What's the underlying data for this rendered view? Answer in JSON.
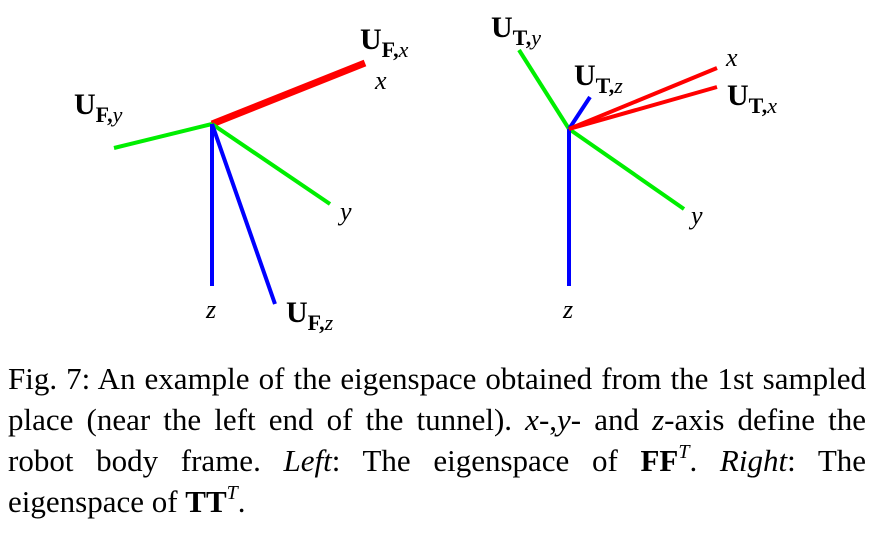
{
  "colors": {
    "x_axis": "#ff0000",
    "y_axis": "#00ee00",
    "z_axis": "#0000ff",
    "text": "#000000"
  },
  "left_frame": {
    "labels": {
      "uf_x_main": "U",
      "uf_x_sub": "F,",
      "uf_x_var": "x",
      "uf_y_main": "U",
      "uf_y_sub": "F,",
      "uf_y_var": "y",
      "uf_z_main": "U",
      "uf_z_sub": "F,",
      "uf_z_var": "z",
      "x": "x",
      "y": "y",
      "z": "z"
    }
  },
  "right_frame": {
    "labels": {
      "ut_x_main": "U",
      "ut_x_sub": "T,",
      "ut_x_var": "x",
      "ut_y_main": "U",
      "ut_y_sub": "T,",
      "ut_y_var": "y",
      "ut_z_main": "U",
      "ut_z_sub": "T,",
      "ut_z_var": "z",
      "x": "x",
      "y": "y",
      "z": "z"
    }
  },
  "caption": {
    "fig_label": "Fig. 7: ",
    "text_1": "An example of the eigenspace obtained from the 1st sampled place (near the left end of the tunnel). ",
    "x_var": "x",
    "sep_1": "-,",
    "y_var": "y",
    "sep_2": "- and ",
    "z_var": "z",
    "text_2": "-axis define the robot body frame. ",
    "left_label": "Left",
    "text_3": ": The eigenspace of ",
    "ff": "FF",
    "sup_t1": "T",
    "text_4": ". ",
    "right_label": "Right",
    "text_5": ": The eigenspace of ",
    "tt": "TT",
    "sup_t2": "T",
    "text_6": "."
  }
}
